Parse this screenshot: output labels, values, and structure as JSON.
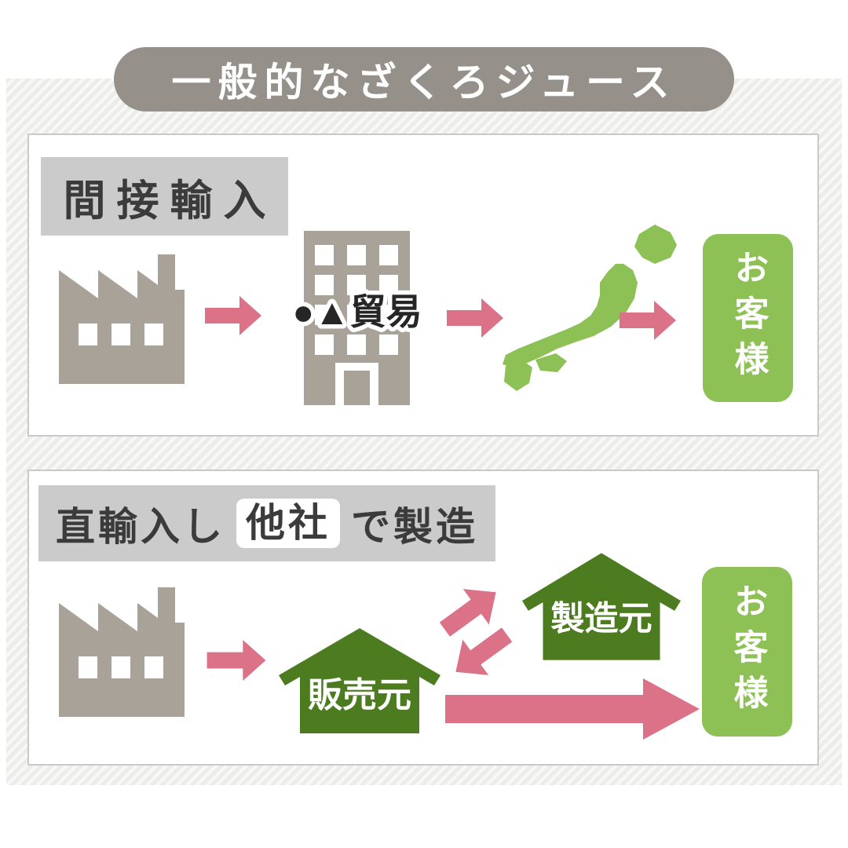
{
  "title": "一般的なざくろジュース",
  "panel_indirect": {
    "header": "間接輸入",
    "trader_label": "●▲貿易",
    "customer_label": "お客様"
  },
  "panel_direct": {
    "header_prefix": "直輸入し",
    "header_highlight": "他社",
    "header_suffix": "で製造",
    "seller_label": "販売元",
    "maker_label": "製造元",
    "customer_label": "お客様"
  },
  "icons": {
    "factory": "factory-icon",
    "trading_company": "office-building-icon",
    "japan": "japan-map-icon",
    "flow": "arrow-right-icon",
    "exchange_up": "arrow-up-right-icon",
    "exchange_down": "arrow-down-left-icon",
    "direct_flow": "long-arrow-right-icon",
    "seller": "house-icon",
    "maker": "house-icon"
  },
  "colors": {
    "banner_bg": "#96908a",
    "header_bg": "#cbcbcb",
    "panel_border": "#c9c9c9",
    "icon_gray": "#a8a298",
    "arrow_pink": "#db7287",
    "light_green": "#8dc155",
    "dark_green": "#4d7b1f",
    "text_dark": "#3b3b3b"
  }
}
